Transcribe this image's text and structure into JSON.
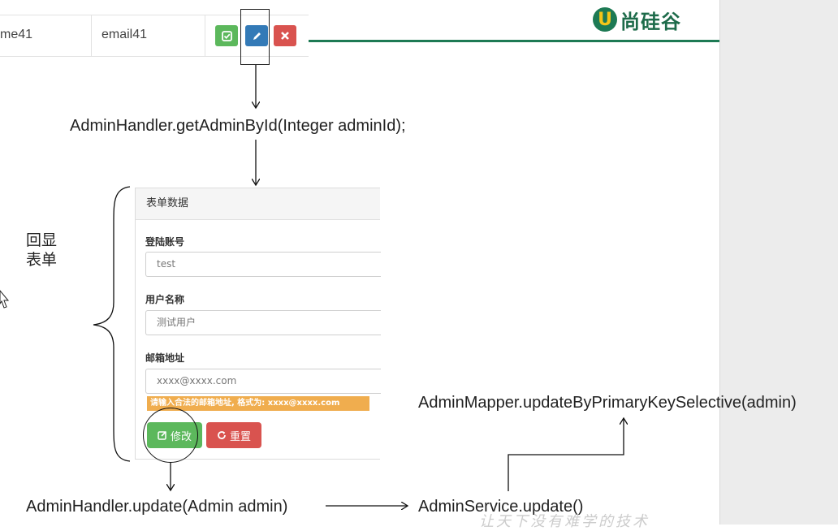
{
  "brand": {
    "logo_mark": "U",
    "logo_text": "尚硅谷",
    "accent": "#1d7a54"
  },
  "table": {
    "name_cell": "me41",
    "email_cell": "email41"
  },
  "row_buttons": {
    "check_icon": "check-square-icon",
    "edit_icon": "pencil-icon",
    "delete_icon": "times-icon"
  },
  "code": {
    "get_by_id": "AdminHandler.getAdminById(Integer adminId);",
    "handler_update": "AdminHandler.update(Admin admin)",
    "service_update": "AdminService.update()",
    "mapper_update": "AdminMapper.updateByPrimaryKeySelective(admin)"
  },
  "side_label": {
    "line1": "回显",
    "line2": "表单"
  },
  "form": {
    "header": "表单数据",
    "login_label": "登陆账号",
    "login_value": "test",
    "username_label": "用户名称",
    "username_value": "测试用户",
    "email_label": "邮箱地址",
    "email_value": "xxxx@xxxx.com",
    "email_warning": "请输入合法的邮箱地址, 格式为:  xxxx@xxxx.com",
    "modify_button": "修改",
    "reset_button": "重置"
  },
  "watermark": "让天下没有难学的技术"
}
